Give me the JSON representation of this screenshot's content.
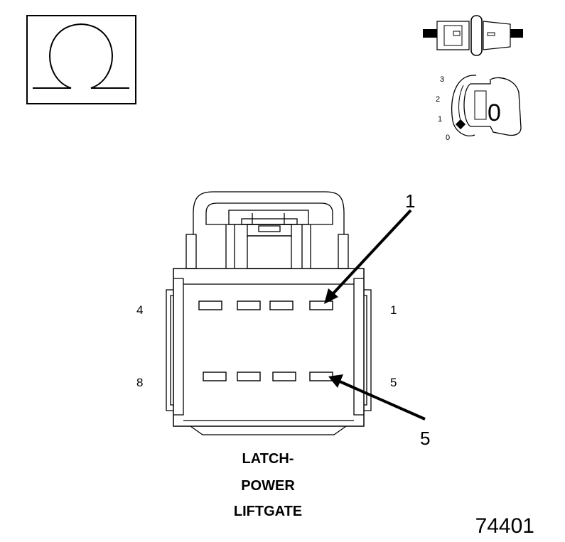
{
  "connector": {
    "pin_labels": {
      "top_left": "4",
      "top_right": "1",
      "bottom_left": "8",
      "bottom_right": "5"
    },
    "callouts": [
      "1",
      "5"
    ],
    "label_lines": [
      "LATCH-",
      "POWER",
      "LIFTGATE"
    ]
  },
  "ignition_key": {
    "positions": [
      "3",
      "2",
      "1",
      "0"
    ],
    "key_position": "0"
  },
  "icons": {
    "resistance": "omega-icon",
    "connector_disconnected": "disconnected-connector-icon",
    "ignition": "ignition-key-icon"
  },
  "figure_id": "74401"
}
